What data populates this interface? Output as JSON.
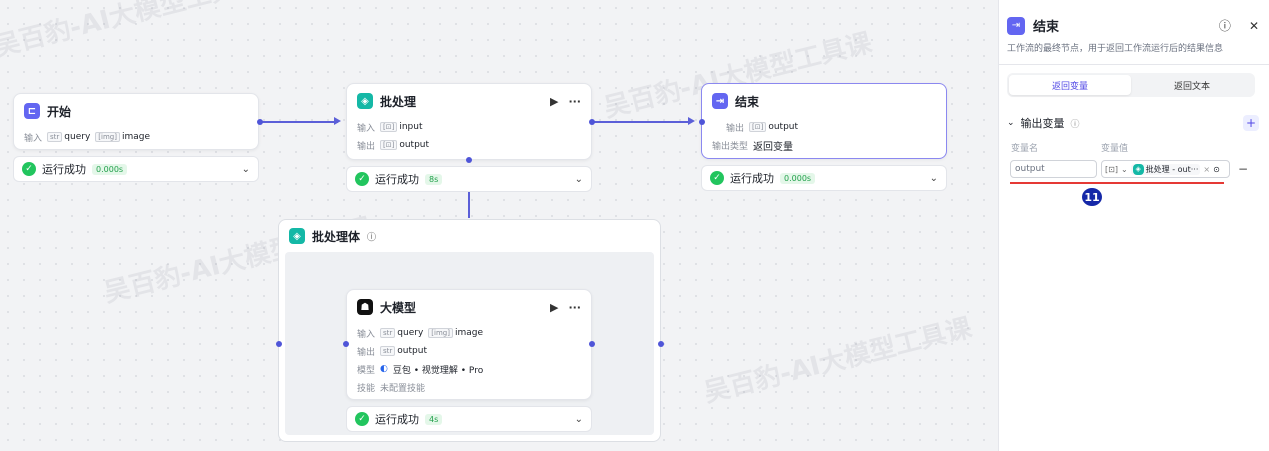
{
  "watermark": "吴百豹-AI大模型工具课",
  "nodes": {
    "start": {
      "title": "开始",
      "in_label": "输入",
      "inputs": [
        {
          "type": "str",
          "name": "query"
        },
        {
          "type": "[img]",
          "name": "image"
        }
      ]
    },
    "batch": {
      "title": "批处理",
      "in_label": "输入",
      "out_label": "输出",
      "input": {
        "type": "[⊡]",
        "name": "input"
      },
      "output": {
        "type": "[⊡]",
        "name": "output"
      }
    },
    "end": {
      "title": "结束",
      "out_label": "输出",
      "output": {
        "type": "[⊡]",
        "name": "output"
      },
      "out_type_label": "输出类型",
      "out_type": "返回变量"
    },
    "batch_body": {
      "title": "批处理体"
    },
    "llm": {
      "title": "大模型",
      "in_label": "输入",
      "out_label": "输出",
      "model_label": "模型",
      "skill_label": "技能",
      "inputs": [
        {
          "type": "str",
          "name": "query"
        },
        {
          "type": "[img]",
          "name": "image"
        }
      ],
      "output": {
        "type": "str",
        "name": "output"
      },
      "model": "豆包 • 视觉理解 • Pro",
      "skill": "未配置技能"
    }
  },
  "statuses": {
    "start": {
      "label": "运行成功",
      "time": "0.000s"
    },
    "batch": {
      "label": "运行成功",
      "time": "8s"
    },
    "end": {
      "label": "运行成功",
      "time": "0.000s"
    },
    "llm": {
      "label": "运行成功",
      "time": "4s"
    }
  },
  "panel": {
    "title": "结束",
    "description": "工作流的最终节点，用于返回工作流运行后的结果信息",
    "tabs": [
      "返回变量",
      "返回文本"
    ],
    "section_title": "输出变量",
    "col_name": "变量名",
    "col_value": "变量值",
    "var_name_value": "output",
    "var_value_type": "[⊡]",
    "var_value_ref": "批处理 - out···"
  },
  "badge": "11",
  "colors": {
    "accent": "#6366f1",
    "edge": "#5b5fd8",
    "success": "#22c55e",
    "red": "#e53935"
  }
}
